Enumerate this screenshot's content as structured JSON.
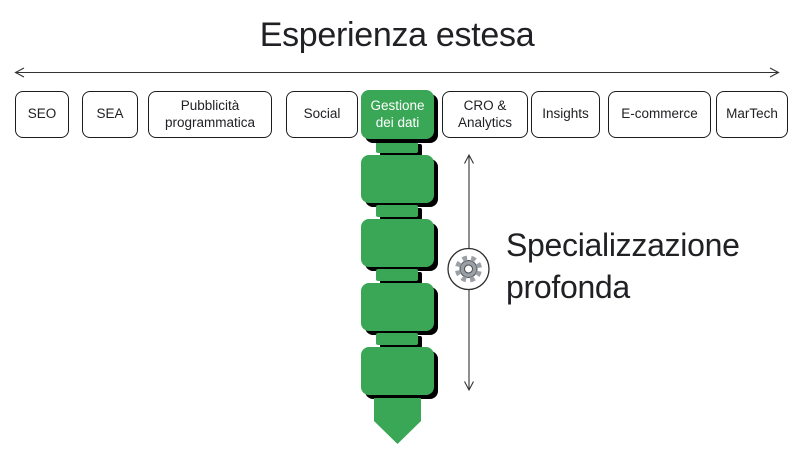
{
  "title": "Esperienza estesa",
  "capabilities": [
    {
      "label": "SEO",
      "highlighted": false
    },
    {
      "label": "SEA",
      "highlighted": false
    },
    {
      "label": "Pubblicità programmatica",
      "highlighted": false
    },
    {
      "label": "Social",
      "highlighted": false
    },
    {
      "label": "Gestione dei dati",
      "highlighted": true
    },
    {
      "label": "CRO & Analytics",
      "highlighted": false
    },
    {
      "label": "Insights",
      "highlighted": false
    },
    {
      "label": "E-commerce",
      "highlighted": false
    },
    {
      "label": "MarTech",
      "highlighted": false
    }
  ],
  "depth_label": "Specializzazione profonda",
  "chain": {
    "segment_count": 4,
    "connector_count": 4,
    "has_arrow_tip": true
  },
  "icons": {
    "gear": "gear-icon"
  },
  "colors": {
    "green": "#3AA757",
    "ink": "#202124",
    "shadow": "#000000",
    "box_border": "#1c1c1c",
    "gear_fill": "#9AA0A6",
    "gear_outline": "#4a4f54",
    "background": "#ffffff"
  }
}
